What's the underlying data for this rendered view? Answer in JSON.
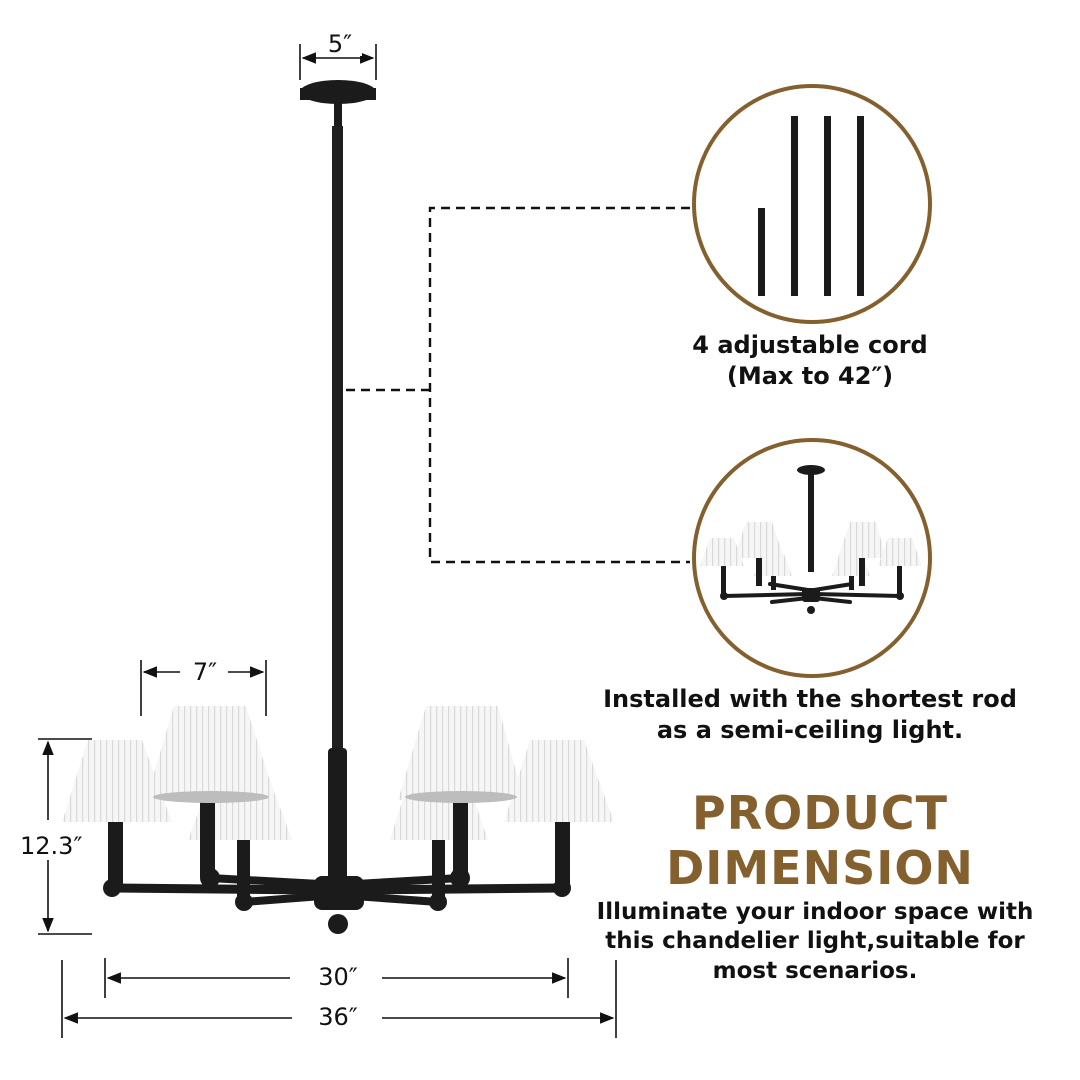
{
  "colors": {
    "accent": "#84602e",
    "metal": "#1b1b1b",
    "shade": "#f4f4f4",
    "text": "#111111"
  },
  "dimensions": {
    "canopy_width": "5″",
    "shade_width": "7″",
    "height": "12.3″",
    "arm_span": "30″",
    "overall_width": "36″"
  },
  "cord_callout": {
    "icon": "adjustable-rods-icon",
    "line1": "4 adjustable cord",
    "line2": "(Max to 42″)"
  },
  "semi_ceiling_callout": {
    "icon": "semi-ceiling-chandelier-icon",
    "line1": "Installed with the shortest rod",
    "line2": "as a semi-ceiling light."
  },
  "product": {
    "heading_line1": "PRODUCT",
    "heading_line2": "DIMENSION",
    "desc_line1": "Illuminate your indoor space with",
    "desc_line2": "this chandelier light,suitable for",
    "desc_line3": "most scenarios."
  }
}
